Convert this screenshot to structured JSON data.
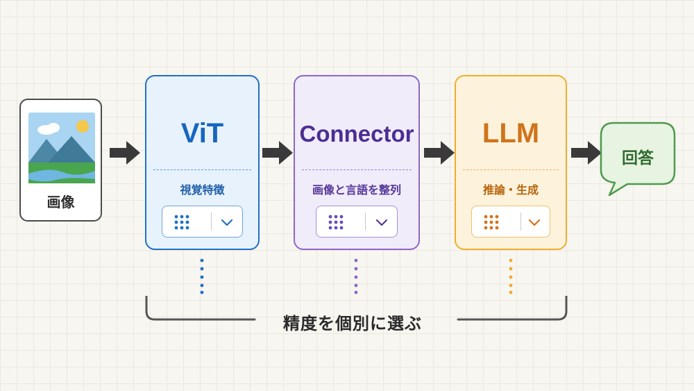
{
  "input": {
    "label": "画像",
    "icon": "landscape-image-icon"
  },
  "stages": [
    {
      "id": "vit",
      "title": "ViT",
      "description": "視覚特徴",
      "color": "#1f70c4"
    },
    {
      "id": "connector",
      "title": "Connector",
      "description": "画像と言語を整列",
      "color": "#8a68c8"
    },
    {
      "id": "llm",
      "title": "LLM",
      "description": "推論・生成",
      "color": "#f0ad2a"
    }
  ],
  "output": {
    "label": "回答",
    "color": "#4e9a4e"
  },
  "bracket": {
    "label": "精度を個別に選ぶ"
  },
  "icons": {
    "arrow": "arrow-right-icon",
    "precision": "dot-grid-icon",
    "dropdown": "chevron-down-icon"
  }
}
